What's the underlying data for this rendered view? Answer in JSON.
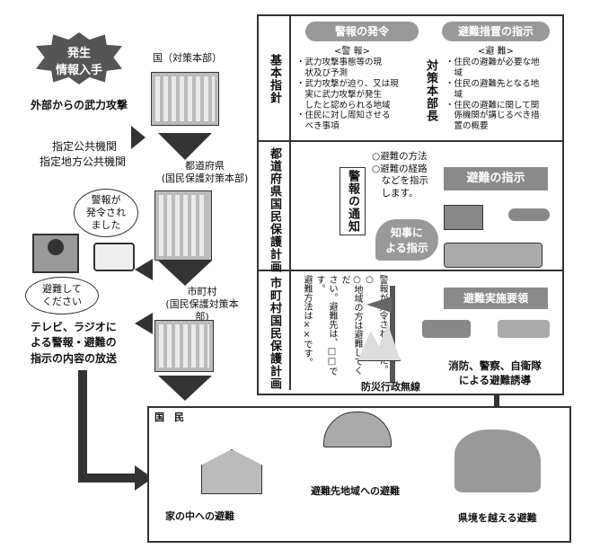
{
  "left": {
    "badge": [
      "発生",
      "情報入手"
    ],
    "attack": "外部からの武力攻撃",
    "gov_label": "国（対策本部）",
    "public_orgs": [
      "指定公共機関",
      "指定地方公共機関"
    ],
    "pref_label": [
      "都道府県",
      "(国民保護対策本部)"
    ],
    "muni_label": [
      "市町村",
      "(国民保護対策本部)"
    ],
    "bubble_warn": [
      "警報が",
      "発令され",
      "ました"
    ],
    "bubble_evac": [
      "避難して",
      "ください"
    ],
    "broadcast": [
      "テレビ、ラジオに",
      "よる警報・避難の",
      "指示の内容の放送"
    ]
  },
  "rows": {
    "basic": "基本指針",
    "pref": "都道府県国民保護計画",
    "muni": "市町村国民保護計画"
  },
  "basic": {
    "pill_warn": "警報の発令",
    "pill_evac": "避難措置の指示",
    "warn_head": "<警 報>",
    "warn_items": [
      "・武力攻撃事態等の現",
      "　状及び予測",
      "・武力攻撃が迫り、又は現",
      "　実に武力攻撃が発生",
      "　したと認められる地域",
      "・住民に対し周知させる",
      "　べき事項"
    ],
    "hq": "対策本部長",
    "evac_head": "<避 難>",
    "evac_items": [
      "・住民の避難が必要な地",
      "　域",
      "・住民の避難先となる地",
      "　域",
      "・住民の避難に関して関",
      "　係機関が講じるべき措",
      "　置の概要"
    ]
  },
  "pref": {
    "notice": "警報の通知",
    "evac_text": [
      "○避難の方法",
      "○避難の経路",
      "　などを指示",
      "　します。"
    ],
    "governor": [
      "知事に",
      "よる指示"
    ],
    "evac_instruction": "避難の指示"
  },
  "muni": {
    "announce": [
      "警報が発令されました。○",
      "○地域の方は避難してくだ",
      "さい。避難先は、□□です。",
      "避難方法は××です。"
    ],
    "radio": "防災行政無線",
    "procedure": "避難実施要領",
    "guidance": [
      "消防、警察、自衛隊",
      "による避難誘導"
    ]
  },
  "people": {
    "label": "国　民",
    "home": "家の中への避難",
    "area": "避難先地域への避難",
    "prefecture": "県境を越える避難"
  }
}
